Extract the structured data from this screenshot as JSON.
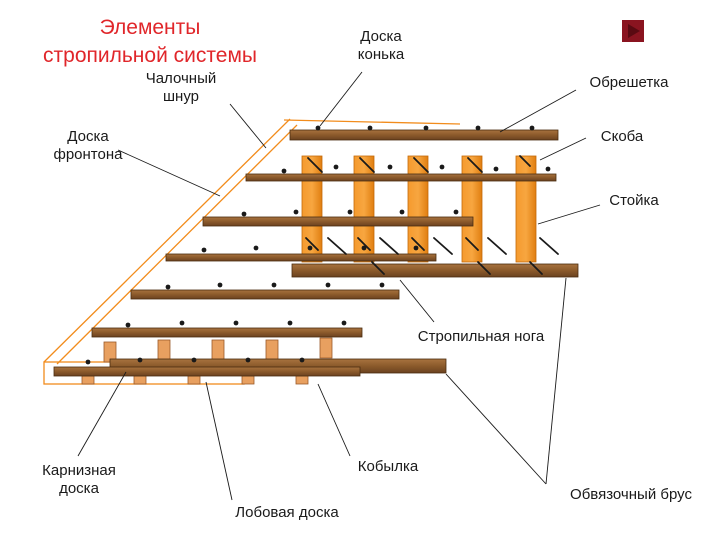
{
  "title": {
    "line1": "Элементы",
    "line2": "стропильной системы"
  },
  "labels": {
    "ridge_board": [
      "Доска",
      "конька"
    ],
    "chalk_line": [
      "Чалочный",
      "шнур"
    ],
    "lathing": "Обрешетка",
    "gable_board": [
      "Доска",
      "фронтона"
    ],
    "bracket": "Скоба",
    "post": "Стойка",
    "rafter_leg": "Стропильная нога",
    "eaves_board": [
      "Карнизная",
      "доска"
    ],
    "kobylka": "Кобылка",
    "wall_plate": "Обвязочный брус",
    "fascia_board": "Лобовая доска"
  },
  "colors": {
    "title": "#e0262a",
    "wood": "#8b5a2b",
    "post": "#f28c1c",
    "outline": "#f28c1c",
    "nav_button": "#8a1420"
  },
  "icons": {
    "next": "play-triangle-icon"
  }
}
